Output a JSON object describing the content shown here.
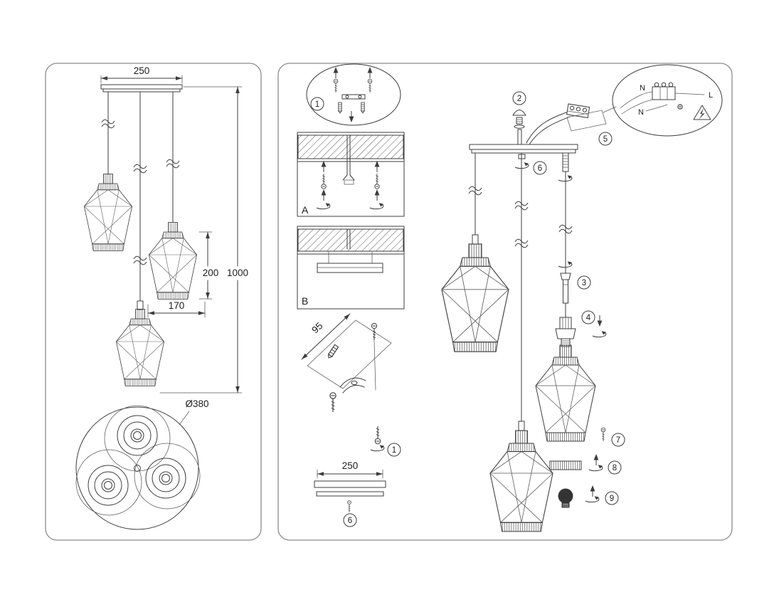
{
  "page": {
    "title": "Pendant lamp assembly and installation diagram"
  },
  "left_panel": {
    "dims": {
      "plate_width": "250",
      "pendant_height": "200",
      "overall_height": "1000",
      "pendant_spacing": "170",
      "base_diameter": "Ø380"
    }
  },
  "right_panel": {
    "sections": {
      "a": "A",
      "b": "B"
    },
    "dims": {
      "bracket_length": "95",
      "plate_width": "250"
    },
    "wiring": {
      "neutral": "N",
      "live": "L"
    },
    "steps": {
      "s1": "1",
      "s2": "2",
      "s3": "3",
      "s4": "4",
      "s5": "5",
      "s6": "6",
      "s7": "7",
      "s8": "8",
      "s9": "9"
    }
  }
}
